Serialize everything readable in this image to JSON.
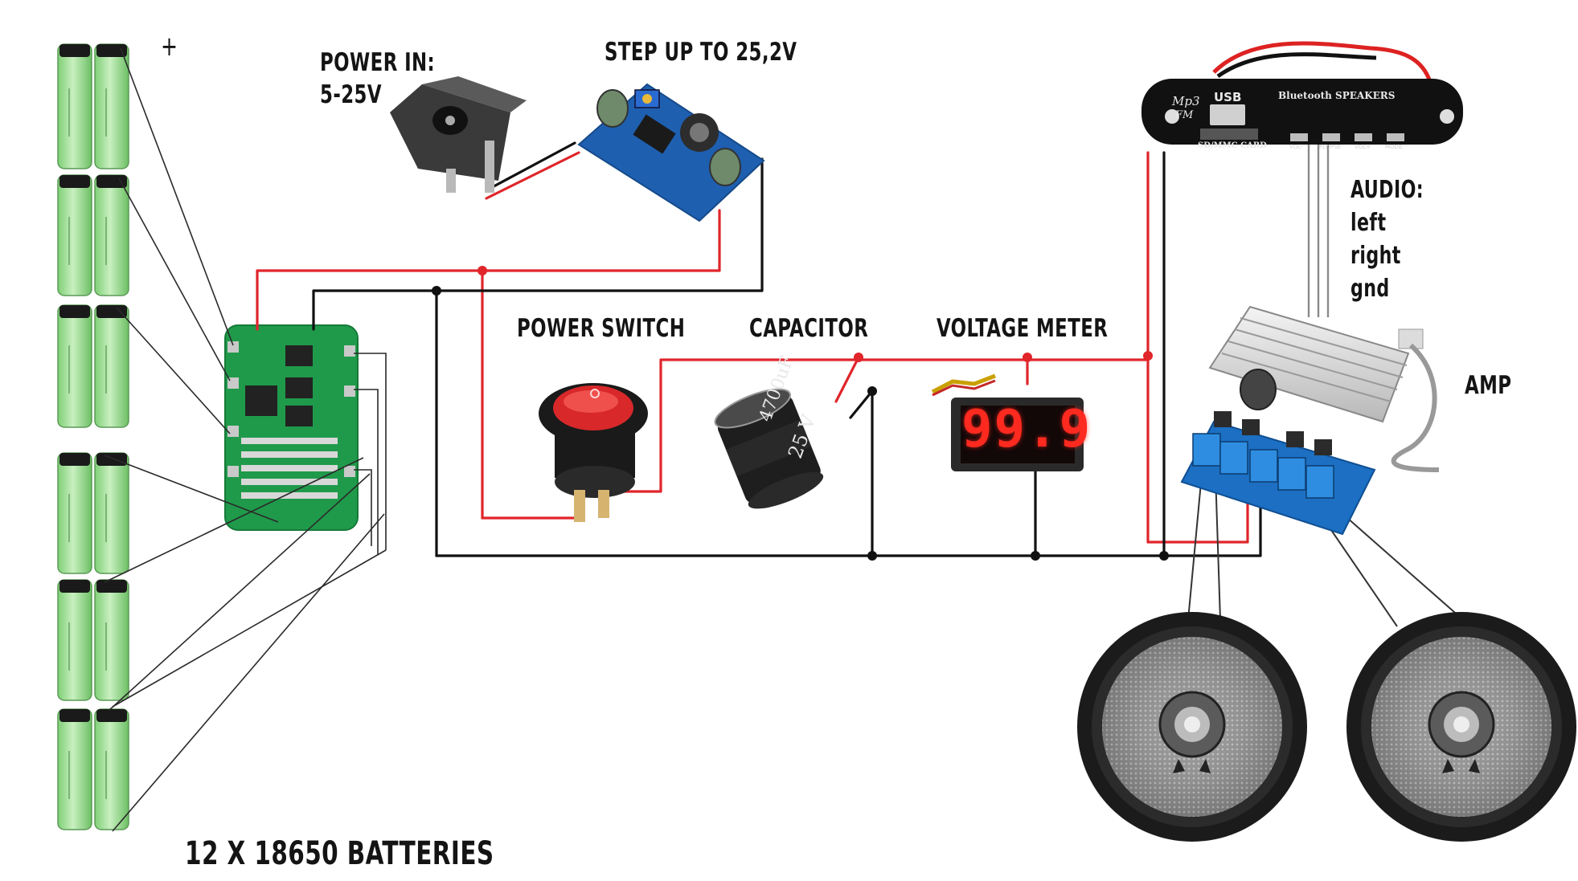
{
  "labels": {
    "power_in_line1": "POWER IN:",
    "power_in_line2": "5-25V",
    "step_up": "STEP UP TO 25,2V",
    "power_switch": "POWER SWITCH",
    "capacitor": "CAPACITOR",
    "voltage_meter": "VOLTAGE METER",
    "audio_title": "AUDIO:",
    "audio_left": "left",
    "audio_right": "right",
    "audio_gnd": "gnd",
    "amp": "AMP",
    "batteries": "12 X 18650 BATTERIES",
    "plus_mark": "+"
  },
  "voltmeter": {
    "reading": "99.9"
  },
  "capacitor_print": {
    "line1": "4700uF",
    "line2": "25 V"
  },
  "bluetooth_board": {
    "logo_top": "Mp3",
    "logo_bottom": "FM",
    "usb": "USB",
    "brand": "Bluetooth SPEAKERS",
    "card_slot": "SD/MMC CARD",
    "buttons": [
      "VOL-",
      "PLY/PSE",
      "VOL+",
      "MODE"
    ]
  },
  "colors": {
    "positive_wire": "#e0252b",
    "ground_wire": "#111111",
    "battery_cell": "#a9e3a0",
    "pcb_green": "#1f9a4a",
    "boost_board_blue": "#1e5fb0",
    "amp_board_blue": "#1c6fc2",
    "display_red": "#ff2a1f"
  }
}
